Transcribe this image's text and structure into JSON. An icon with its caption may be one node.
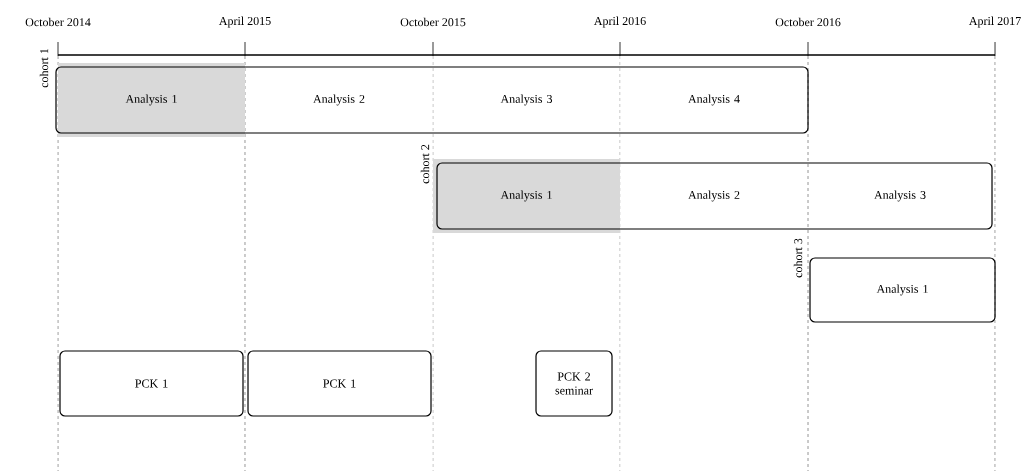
{
  "diagram": {
    "nodes": [
      {
        "text": [],
        "shape": "box",
        "beside": [
          "cohort 1"
        ]
      },
      {
        "text": [
          "Analysis 1"
        ],
        "in": 0
      },
      {
        "text": [
          "Analysis 2"
        ],
        "in": 0
      },
      {
        "text": [
          "Analysis 3"
        ],
        "in": 0
      },
      {
        "text": [
          "Analysis 4"
        ],
        "in": 0
      },
      {
        "text": [],
        "shape": "box",
        "beside": [
          "cohort 2"
        ]
      },
      {
        "text": [
          "Analysis 1"
        ],
        "in": 5
      },
      {
        "text": [
          "Analysis 2"
        ],
        "in": 5
      },
      {
        "text": [
          "Analysis 3"
        ],
        "in": 5
      },
      {
        "text": [
          "Analysis 1"
        ],
        "beside": [
          "cohort 3"
        ]
      },
      {
        "text": [
          "PCK 1"
        ]
      },
      {
        "text": [
          "PCK 1"
        ]
      },
      {
        "text": [
          "PCK 2 seminar"
        ]
      }
    ],
    "labels": [
      "October 2014",
      "April 2015",
      "October 2015",
      "April 2016",
      "October 2016",
      "April 2017"
    ]
  }
}
